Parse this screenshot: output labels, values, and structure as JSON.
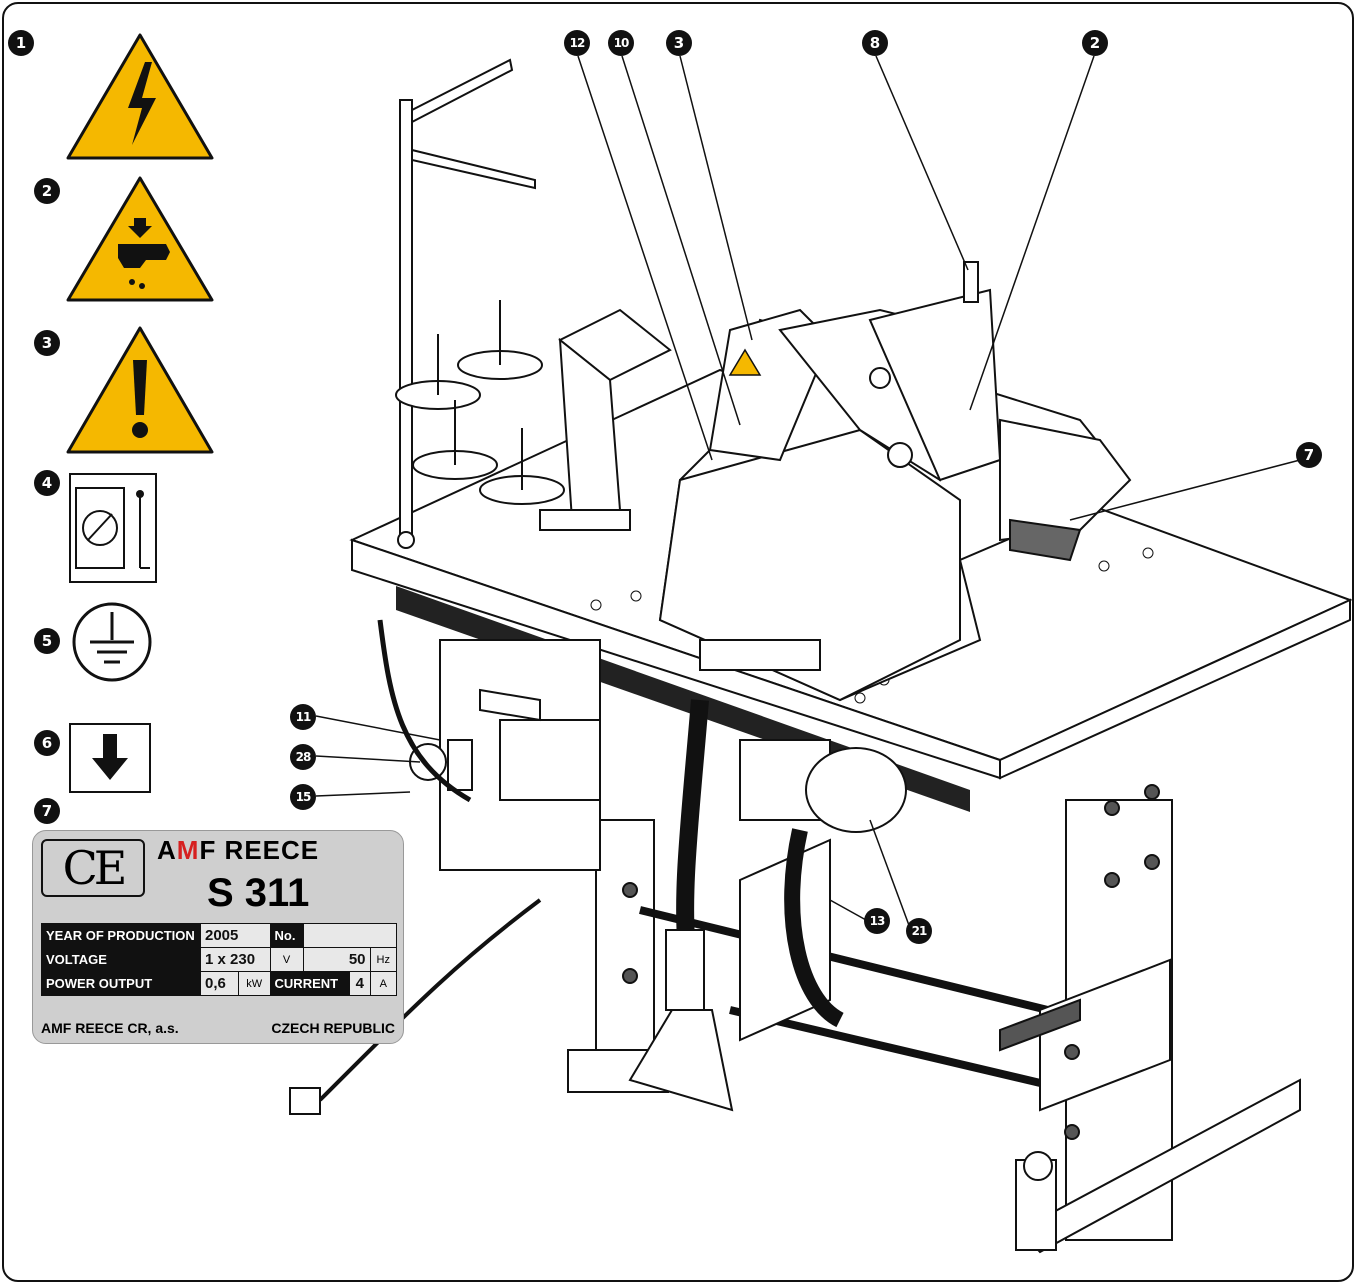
{
  "callouts": {
    "c1": "1",
    "c2": "2",
    "c3": "3",
    "c4": "4",
    "c5": "5",
    "c6": "6",
    "c7": "7",
    "c8": "8",
    "c10": "10",
    "c11": "11",
    "c12": "12",
    "c13": "13",
    "c15": "15",
    "c21": "21",
    "c28": "28"
  },
  "plate": {
    "ce_mark": "CE",
    "brand_a": "A",
    "brand_m": "M",
    "brand_rest": "F REECE",
    "model": "S 311",
    "rows": {
      "year_label": "YEAR OF PRODUCTION",
      "year_value": "2005",
      "no_label": "No.",
      "no_value": "",
      "voltage_label": "VOLTAGE",
      "voltage_value": "1 x 230",
      "voltage_unit": "V",
      "freq_value": "50",
      "freq_unit": "Hz",
      "power_label": "POWER OUTPUT",
      "power_value": "0,6",
      "power_unit": "kW",
      "current_label": "CURRENT",
      "current_value": "4",
      "current_unit": "A"
    },
    "maker": "AMF REECE CR, a.s.",
    "country": "CZECH REPUBLIC"
  },
  "colors": {
    "warning_yellow": "#f5b800",
    "outline": "#111111",
    "plate_gray": "#cfcfcf",
    "brand_red": "#d62020"
  }
}
